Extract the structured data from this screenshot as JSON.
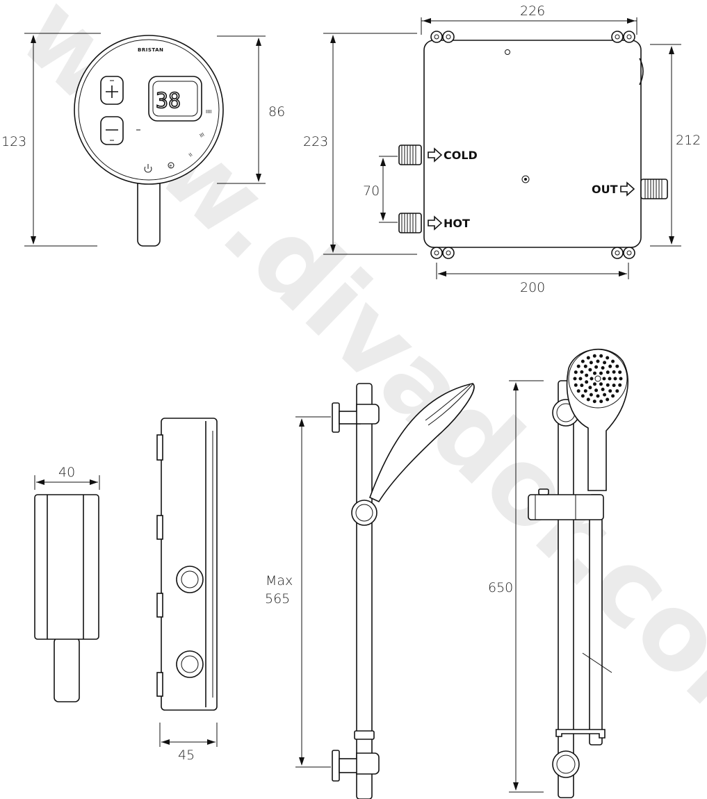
{
  "brand": "BRISTAN",
  "display_temp": "38",
  "dims": {
    "control_height": "123",
    "control_face": "86",
    "box_width": "226",
    "box_height": "223",
    "box_inner_height": "212",
    "inlet_spacing": "70",
    "box_bottom_width": "200",
    "knob_depth": "40",
    "side_depth": "45",
    "rail_max_label": "Max",
    "rail_max": "565",
    "rail_height": "650"
  },
  "labels": {
    "cold": "COLD",
    "hot": "HOT",
    "out": "OUT"
  },
  "watermark": "www.divador.com"
}
